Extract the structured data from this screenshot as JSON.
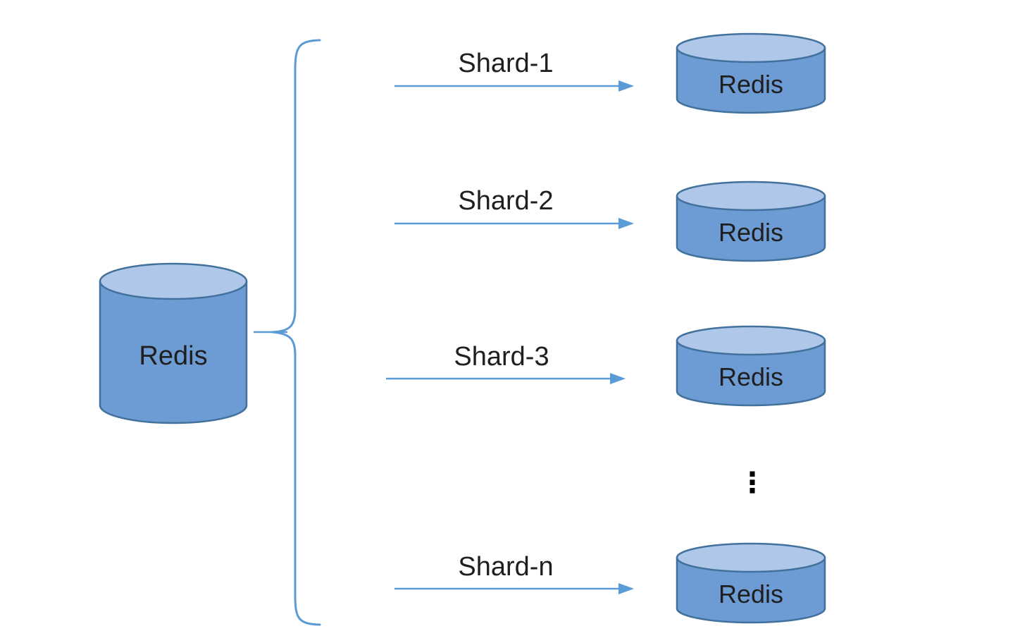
{
  "colors": {
    "cylinder_body": "#6D9BD3",
    "cylinder_top": "#AFC8EA",
    "cylinder_stroke": "#41719C",
    "connector_line": "#5B9BD5",
    "label_text": "#1F1F1F"
  },
  "diagram": {
    "source": {
      "label": "Redis"
    },
    "shards": [
      {
        "arrow_label": "Shard-1",
        "target_label": "Redis"
      },
      {
        "arrow_label": "Shard-2",
        "target_label": "Redis"
      },
      {
        "arrow_label": "Shard-3",
        "target_label": "Redis"
      },
      {
        "arrow_label": "Shard-n",
        "target_label": "Redis"
      }
    ],
    "ellipsis": "⋮"
  }
}
